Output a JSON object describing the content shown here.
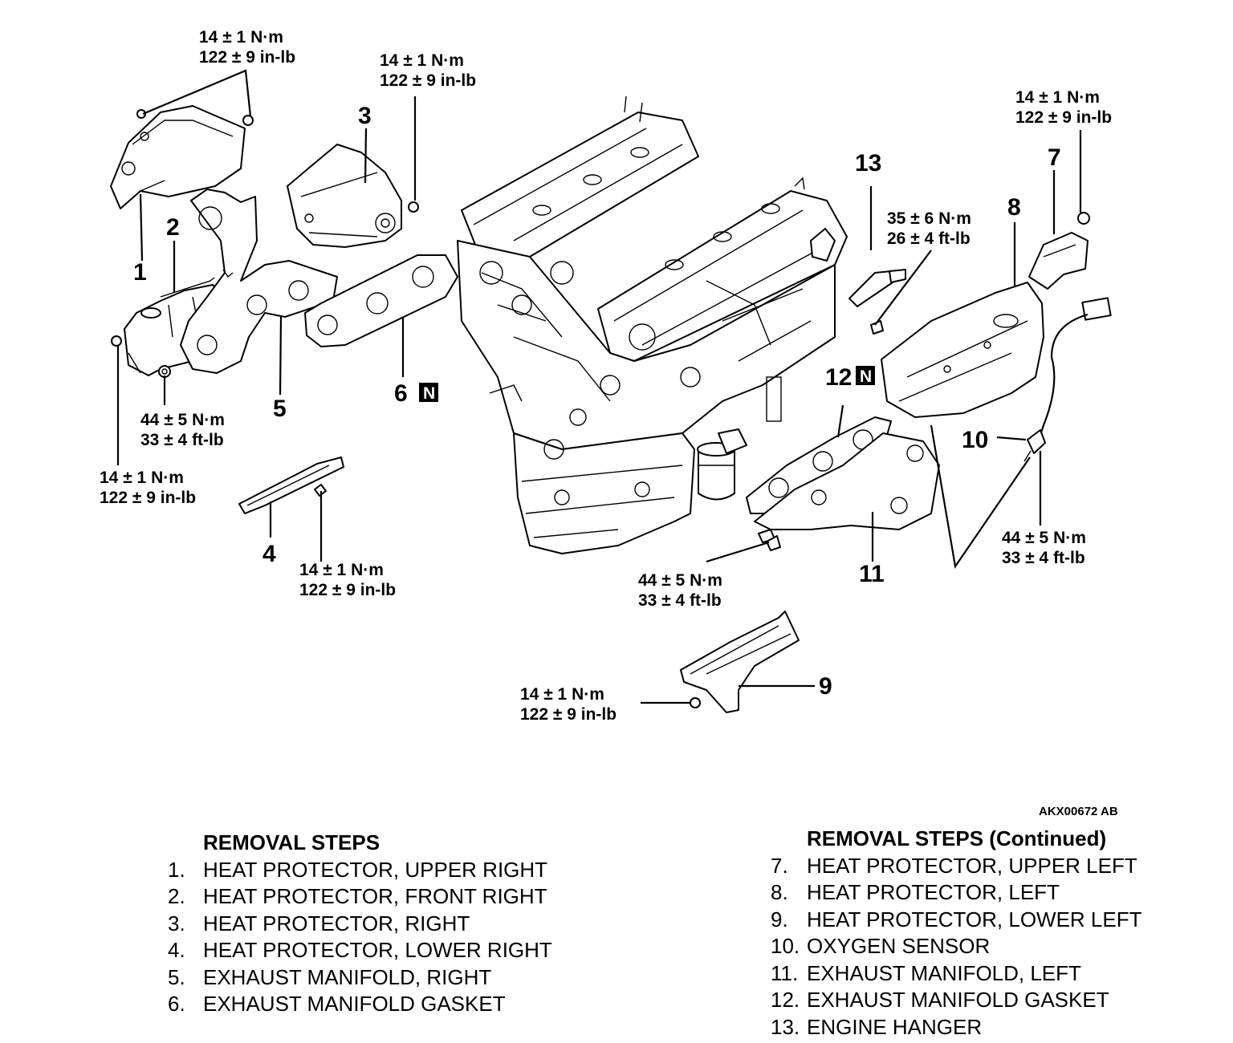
{
  "diagram": {
    "part_numbers": [
      "1",
      "2",
      "3",
      "4",
      "5",
      "6",
      "7",
      "8",
      "9",
      "10",
      "11",
      "12",
      "13"
    ],
    "new_part_badge": "N",
    "torque_specs": {
      "t1": {
        "metric": "14 ± 1 N·m",
        "imperial": "122 ± 9 in-lb"
      },
      "t2": {
        "metric": "14 ± 1 N·m",
        "imperial": "122 ± 9 in-lb"
      },
      "t3": {
        "metric": "14 ± 1 N·m",
        "imperial": "122 ± 9 in-lb"
      },
      "t4": {
        "metric": "44 ± 5 N·m",
        "imperial": "33 ± 4 ft-lb"
      },
      "t5": {
        "metric": "14 ± 1 N·m",
        "imperial": "122 ± 9 in-lb"
      },
      "t6": {
        "metric": "14 ± 1 N·m",
        "imperial": "122 ± 9 in-lb"
      },
      "t7": {
        "metric": "35 ± 6 N·m",
        "imperial": "26 ± 4 ft-lb"
      },
      "t8": {
        "metric": "44 ± 5 N·m",
        "imperial": "33 ± 4 ft-lb"
      },
      "t9": {
        "metric": "44 ± 5 N·m",
        "imperial": "33 ± 4 ft-lb"
      },
      "t10": {
        "metric": "14 ± 1 N·m",
        "imperial": "122 ± 9 in-lb"
      }
    },
    "reference_code": "AKX00672 AB"
  },
  "removal_steps": {
    "title": "REMOVAL STEPS",
    "items": [
      {
        "num": "1.",
        "text": "HEAT PROTECTOR, UPPER RIGHT"
      },
      {
        "num": "2.",
        "text": "HEAT PROTECTOR, FRONT RIGHT"
      },
      {
        "num": "3.",
        "text": "HEAT PROTECTOR, RIGHT"
      },
      {
        "num": "4.",
        "text": "HEAT PROTECTOR, LOWER RIGHT"
      },
      {
        "num": "5.",
        "text": "EXHAUST MANIFOLD, RIGHT"
      },
      {
        "num": "6.",
        "text": "EXHAUST MANIFOLD GASKET"
      }
    ]
  },
  "removal_steps_continued": {
    "title": "REMOVAL STEPS (Continued)",
    "items": [
      {
        "num": "7.",
        "text": "HEAT PROTECTOR, UPPER LEFT"
      },
      {
        "num": "8.",
        "text": "HEAT PROTECTOR, LEFT"
      },
      {
        "num": "9.",
        "text": "HEAT PROTECTOR, LOWER LEFT"
      },
      {
        "num": "10.",
        "text": "OXYGEN SENSOR"
      },
      {
        "num": "11.",
        "text": "EXHAUST MANIFOLD, LEFT"
      },
      {
        "num": "12.",
        "text": "EXHAUST MANIFOLD GASKET"
      },
      {
        "num": "13.",
        "text": "ENGINE HANGER"
      }
    ]
  }
}
